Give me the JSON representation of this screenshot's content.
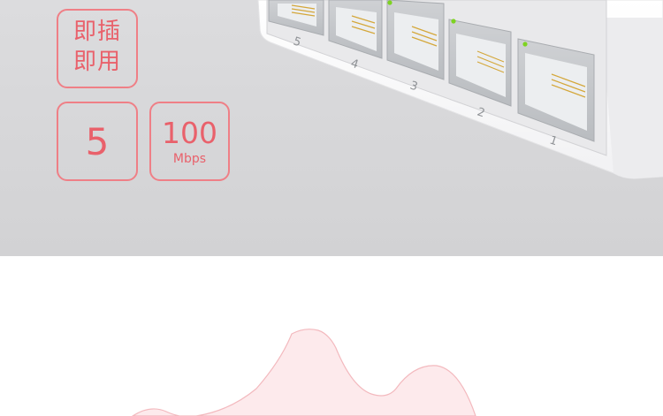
{
  "features": {
    "plug_and_play": {
      "line1": "即插",
      "line2": "即用"
    },
    "port_count": "5",
    "speed": {
      "value": "100",
      "unit": "Mbps"
    }
  },
  "device": {
    "port_numbers": [
      "5",
      "4",
      "3",
      "2",
      "1"
    ]
  },
  "colors": {
    "accent": "#e9616b",
    "badge_border": "#ef7f86",
    "hero_background": "#d8d8da",
    "port_led": "#7ed321",
    "wave_fill": "#fde8ea"
  }
}
